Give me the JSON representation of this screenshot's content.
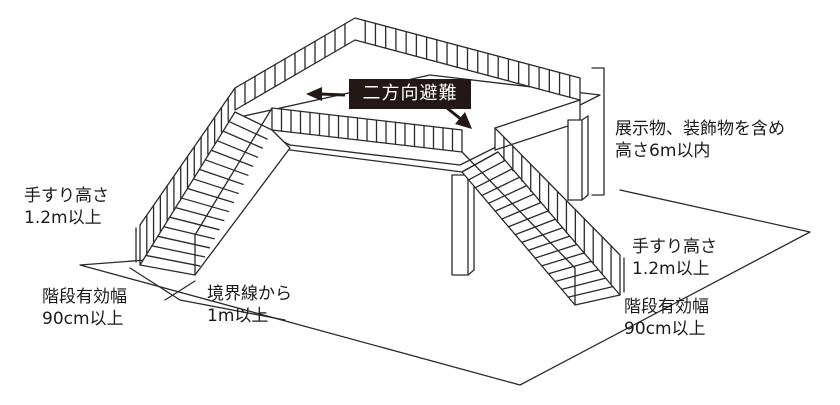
{
  "labels": {
    "evacuation": "二方向避難",
    "height_limit_line1": "展示物、装飾物を含め",
    "height_limit_line2": "高さ6m以内",
    "handrail_left_line1": "手すり高さ",
    "handrail_left_line2": "1.2m以上",
    "stair_width_left_line1": "階段有効幅",
    "stair_width_left_line2": "90cm以上",
    "boundary_line1": "境界線から",
    "boundary_line2": "1m以上",
    "handrail_right_line1": "手すり高さ",
    "handrail_right_line2": "1.2m以上",
    "stair_width_right_line1": "階段有効幅",
    "stair_width_right_line2": "90cm以上"
  },
  "colors": {
    "ink": "#231815",
    "line": "#2a2a2a",
    "background": "#ffffff",
    "badge_text": "#ffffff"
  }
}
